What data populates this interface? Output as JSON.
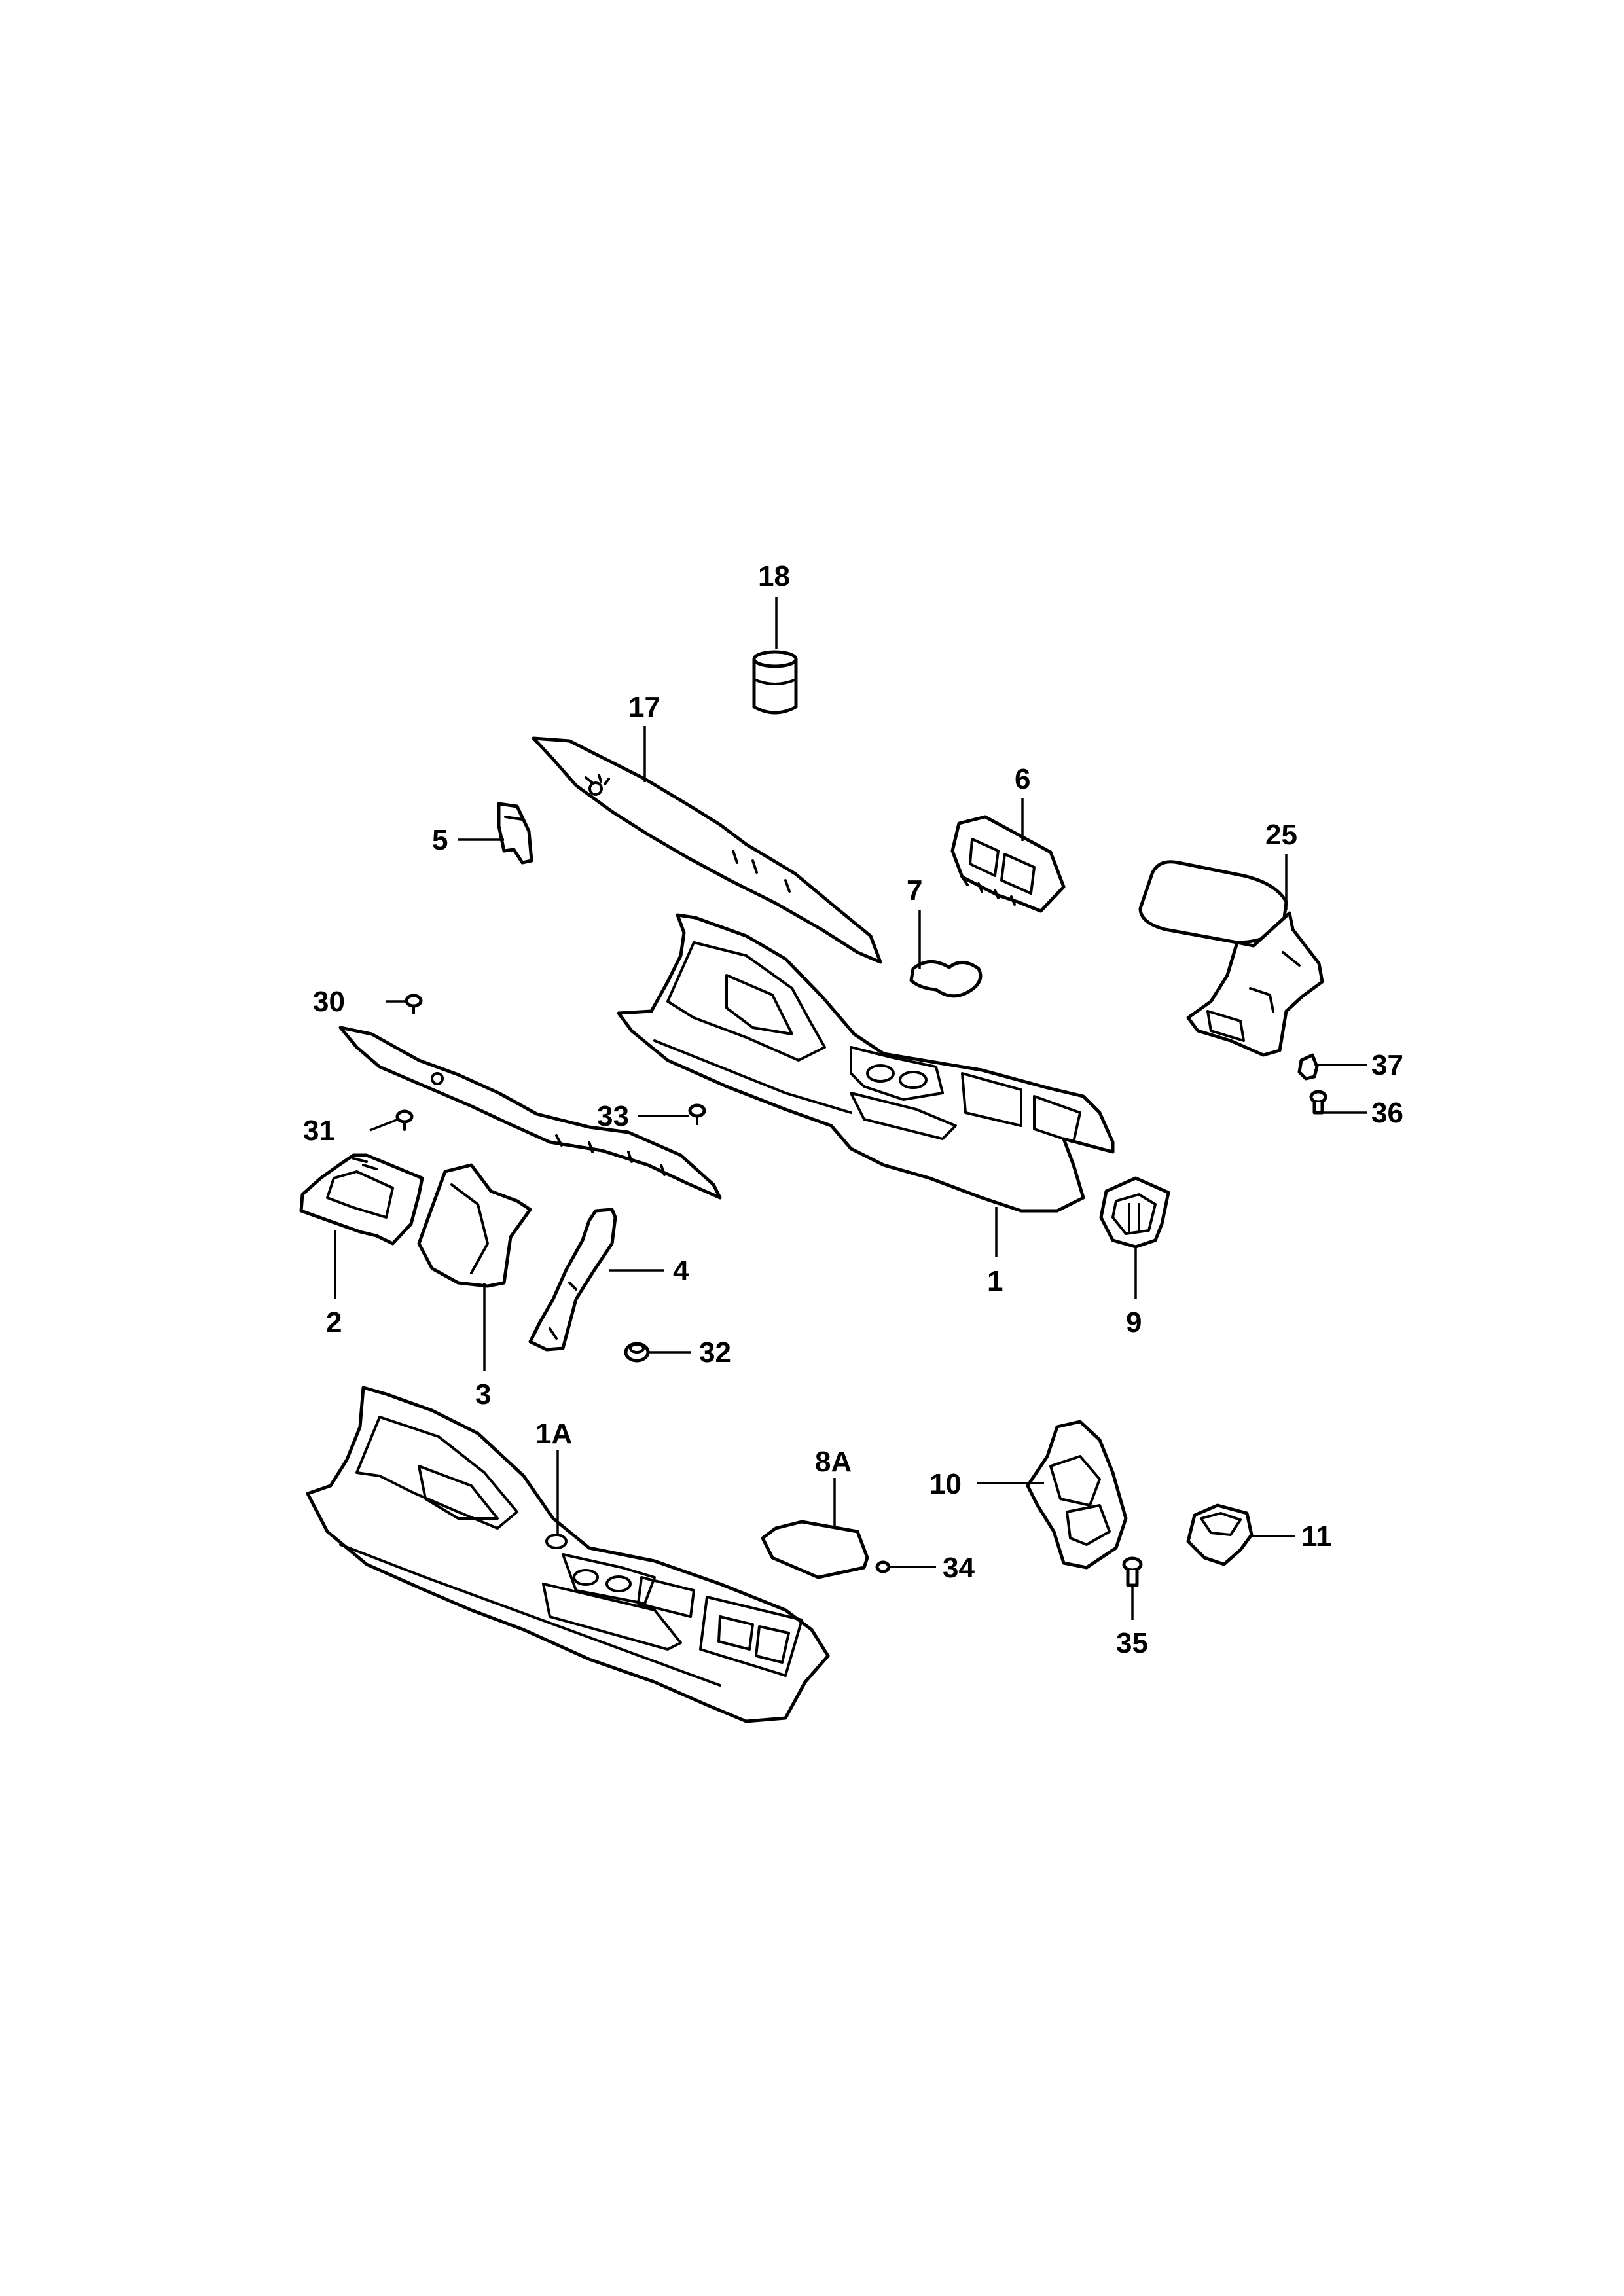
{
  "diagram": {
    "callouts": {
      "c18": "18",
      "c17": "17",
      "c5": "5",
      "c6": "6",
      "c7": "7",
      "c25": "25",
      "c30": "30",
      "c37": "37",
      "c36": "36",
      "c31": "31",
      "c33": "33",
      "c4": "4",
      "c1": "1",
      "c9": "9",
      "c2": "2",
      "c32": "32",
      "c3": "3",
      "c1A": "1A",
      "c8A": "8A",
      "c10": "10",
      "c11": "11",
      "c34": "34",
      "c35": "35"
    }
  }
}
